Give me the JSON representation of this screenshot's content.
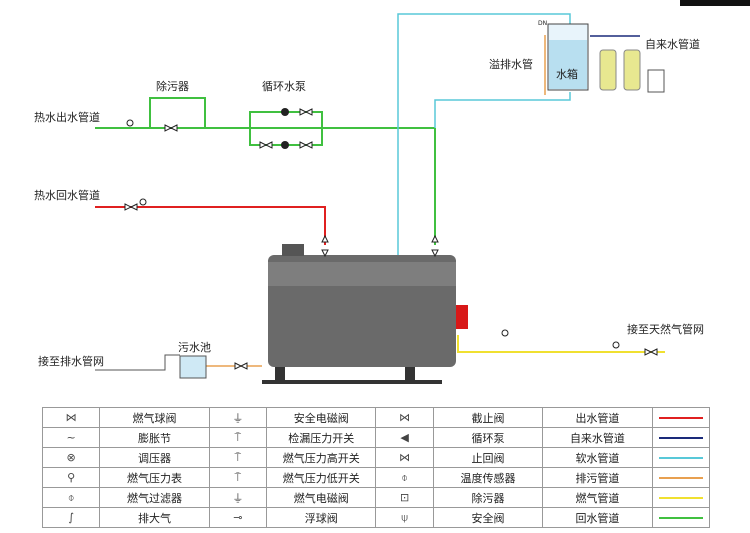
{
  "labels": {
    "desludger_top": "除污器",
    "circulation_pump": "循环水泵",
    "hot_water_out": "热水出水管道",
    "hot_water_return": "热水回水管道",
    "overflow_pipe": "溢排水管",
    "water_tank": "水箱",
    "tap_water_pipe": "自来水管道",
    "tank_dn": "DN",
    "sewage_pool": "污水池",
    "to_drain": "接至排水管网",
    "to_gas": "接至天然气管网"
  },
  "legend": [
    {
      "sym": "⋈",
      "name": "燃气球阀",
      "icon": "gas-ball-valve-icon"
    },
    {
      "sym": "⏚",
      "name": "安全电磁阀",
      "icon": "safety-solenoid-valve-icon"
    },
    {
      "sym": "⋈",
      "name": "截止阀",
      "icon": "stop-valve-icon"
    },
    {
      "color": "#e02020",
      "name": "出水管道"
    },
    {
      "sym": "~",
      "name": "膨胀节",
      "icon": "expansion-joint-icon"
    },
    {
      "sym": "⍑",
      "name": "检漏压力开关",
      "icon": "leak-pressure-switch-icon"
    },
    {
      "sym": "◀",
      "name": "循环泵",
      "icon": "circulation-pump-icon"
    },
    {
      "color": "#1a2a7a",
      "name": "自来水管道"
    },
    {
      "sym": "⊗",
      "name": "调压器",
      "icon": "pressure-regulator-icon"
    },
    {
      "sym": "⍑",
      "name": "燃气压力高开关",
      "icon": "gas-pressure-high-switch-icon"
    },
    {
      "sym": "⋈",
      "name": "止回阀",
      "icon": "check-valve-icon"
    },
    {
      "color": "#58c8d8",
      "name": "软水管道"
    },
    {
      "sym": "⚲",
      "name": "燃气压力表",
      "icon": "gas-pressure-gauge-icon"
    },
    {
      "sym": "⍑",
      "name": "燃气压力低开关",
      "icon": "gas-pressure-low-switch-icon"
    },
    {
      "sym": "⌽",
      "name": "温度传感器",
      "icon": "temperature-sensor-icon"
    },
    {
      "color": "#e8a050",
      "name": "排污管道"
    },
    {
      "sym": "⌽",
      "name": "燃气过滤器",
      "icon": "gas-filter-icon"
    },
    {
      "sym": "⏚",
      "name": "燃气电磁阀",
      "icon": "gas-solenoid-valve-icon"
    },
    {
      "sym": "⊡",
      "name": "除污器",
      "icon": "desludger-icon"
    },
    {
      "color": "#f0e030",
      "name": "燃气管道"
    },
    {
      "sym": "∫",
      "name": "排大气",
      "icon": "vent-icon"
    },
    {
      "sym": "⊸",
      "name": "浮球阀",
      "icon": "float-valve-icon"
    },
    {
      "sym": "⍦",
      "name": "安全阀",
      "icon": "safety-valve-icon"
    },
    {
      "color": "#40c040",
      "name": "回水管道"
    }
  ],
  "colors": {
    "out_water": "#e02020",
    "soft_water": "#58c8d8",
    "gas": "#f0e030",
    "return_water": "#40c040",
    "sewage": "#e8a050",
    "boiler": "#6a6a6a",
    "burner": "#d81818"
  }
}
